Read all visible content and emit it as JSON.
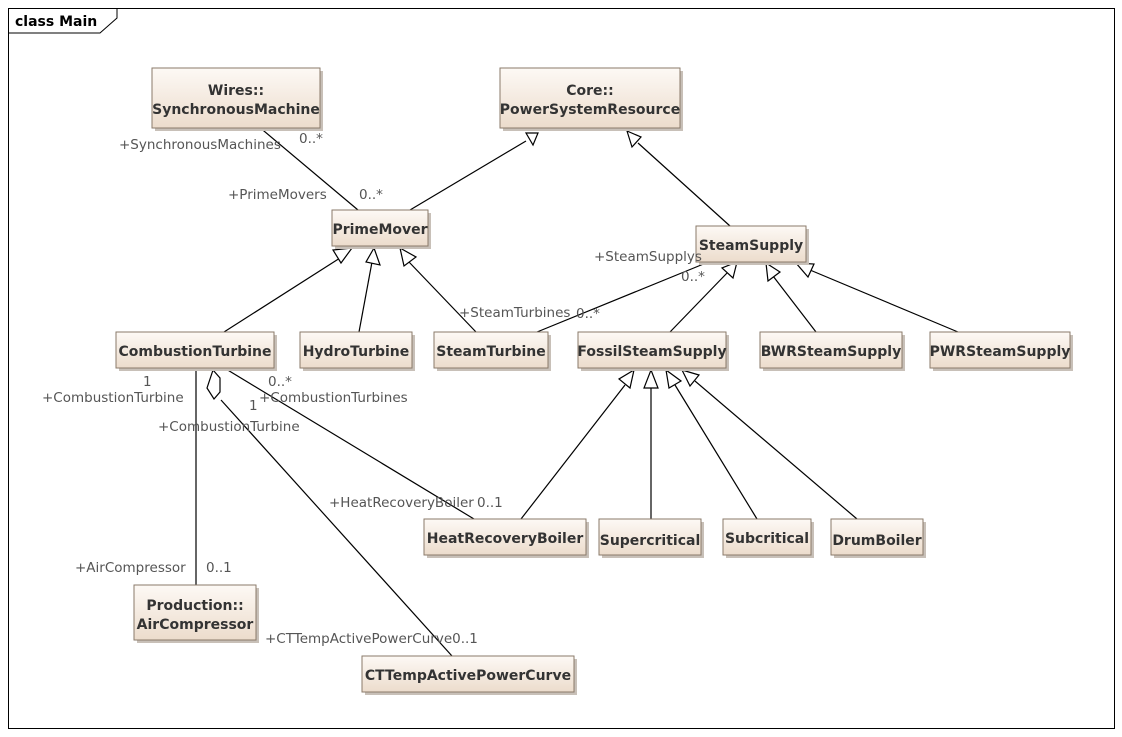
{
  "frame": {
    "title": "class Main"
  },
  "classes": {
    "sync_machine": {
      "lines": [
        "Wires::",
        "SynchronousMachine"
      ]
    },
    "power_system_resource": {
      "lines": [
        "Core::",
        "PowerSystemResource"
      ]
    },
    "prime_mover": {
      "lines": [
        "PrimeMover"
      ]
    },
    "steam_supply": {
      "lines": [
        "SteamSupply"
      ]
    },
    "combustion_turbine": {
      "lines": [
        "CombustionTurbine"
      ]
    },
    "hydro_turbine": {
      "lines": [
        "HydroTurbine"
      ]
    },
    "steam_turbine": {
      "lines": [
        "SteamTurbine"
      ]
    },
    "fossil_steam_supply": {
      "lines": [
        "FossilSteamSupply"
      ]
    },
    "bwr_steam_supply": {
      "lines": [
        "BWRSteamSupply"
      ]
    },
    "pwr_steam_supply": {
      "lines": [
        "PWRSteamSupply"
      ]
    },
    "heat_recovery_boiler": {
      "lines": [
        "HeatRecoveryBoiler"
      ]
    },
    "supercritical": {
      "lines": [
        "Supercritical"
      ]
    },
    "subcritical": {
      "lines": [
        "Subcritical"
      ]
    },
    "drum_boiler": {
      "lines": [
        "DrumBoiler"
      ]
    },
    "air_compressor": {
      "lines": [
        "Production::",
        "AirCompressor"
      ]
    },
    "ct_temp_curve": {
      "lines": [
        "CTTempActivePowerCurve"
      ]
    }
  },
  "labels": {
    "synchronous_machines_role": "+SynchronousMachines",
    "synchronous_machines_mult": "0..*",
    "prime_movers_role": "+PrimeMovers",
    "prime_movers_mult": "0..*",
    "steam_supplys_role": "+SteamSupplys",
    "steam_supplys_mult": "0..*",
    "steam_turbines_role": "+SteamTurbines",
    "steam_turbines_mult": "0..*",
    "ct_one_a": "1",
    "ct_role_a": "+CombustionTurbine",
    "ct_turbines_mult": "0..*",
    "ct_turbines_role": "+CombustionTurbines",
    "ct_one_b": "1",
    "ct_role_b": "+CombustionTurbine",
    "hrb_role": "+HeatRecoveryBoiler",
    "hrb_mult": "0..1",
    "air_compressor_role": "+AirCompressor",
    "air_compressor_mult": "0..1",
    "ct_curve_role": "+CTTempActivePowerCurve0..1"
  },
  "colors": {
    "box_top": "#fdf9f5",
    "box_bottom": "#ecdccc",
    "border": "#8a7a6a",
    "text": "#333333"
  }
}
